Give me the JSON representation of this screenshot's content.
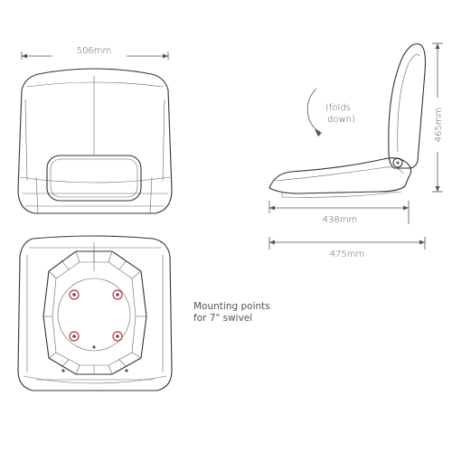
{
  "labels": {
    "width_top": "506mm",
    "height_side": "465mm",
    "depth_seat": "438mm",
    "depth_total": "475mm",
    "fold_line1": "(folds",
    "fold_line2": "down)",
    "mount_line1": "Mounting points",
    "mount_line2": "for 7\" swivel"
  },
  "colors": {
    "outline": "#333333",
    "dimension": "#555555",
    "mount_marker": "#c0303a",
    "background": "#ffffff"
  },
  "icons": {
    "fold_arrow": "curved-arrow-icon",
    "mount_marker": "mount-point-icon"
  }
}
